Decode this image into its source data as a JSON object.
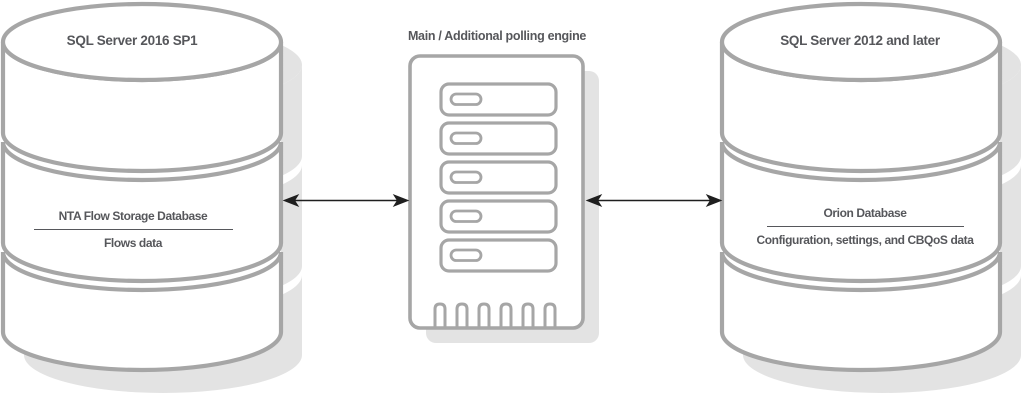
{
  "diagram": {
    "left_db": {
      "title": "SQL Server 2016 SP1",
      "name": "NTA Flow Storage Database",
      "description": "Flows data"
    },
    "server": {
      "title": "Main / Additional polling engine"
    },
    "right_db": {
      "title": "SQL Server 2012 and later",
      "name": "Orion Database",
      "description": "Configuration, settings, and CBQoS data"
    },
    "connections": [
      {
        "from": "left_db",
        "to": "server",
        "style": "double-arrow"
      },
      {
        "from": "server",
        "to": "right_db",
        "style": "double-arrow"
      }
    ],
    "colors": {
      "shape_stroke": "#a6a6a6",
      "shadow": "#e3e3e3",
      "text": "#56575b",
      "arrow": "#1f1f1f",
      "background": "#ffffff"
    }
  }
}
